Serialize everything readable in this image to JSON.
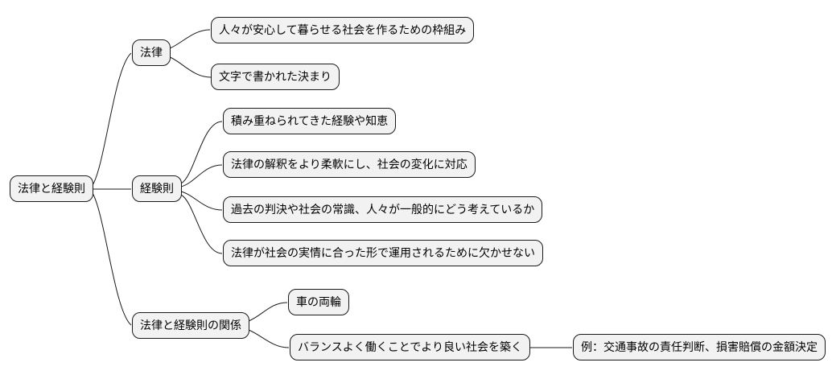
{
  "mindmap": {
    "type": "mindmap",
    "orientation": "left-to-right",
    "root": {
      "label": "法律と経験則"
    },
    "branches": [
      {
        "label": "法律",
        "children": [
          {
            "label": "人々が安心して暮らせる社会を作るための枠組み"
          },
          {
            "label": "文字で書かれた決まり"
          }
        ]
      },
      {
        "label": "経験則",
        "children": [
          {
            "label": "積み重ねられてきた経験や知恵"
          },
          {
            "label": "法律の解釈をより柔軟にし、社会の変化に対応"
          },
          {
            "label": "過去の判決や社会の常識、人々が一般的にどう考えているか"
          },
          {
            "label": "法律が社会の実情に合った形で運用されるために欠かせない"
          }
        ]
      },
      {
        "label": "法律と経験則の関係",
        "children": [
          {
            "label": "車の両輪"
          },
          {
            "label": "バランスよく働くことでより良い社会を築く",
            "children": [
              {
                "label": "例：交通事故の責任判断、損害賠償の金額決定"
              }
            ]
          }
        ]
      }
    ],
    "colors": {
      "background": "#ffffff",
      "node_fill": "#f2f2f2",
      "node_border": "#1a1a1a",
      "connector": "#1a1a1a",
      "text": "#000000"
    }
  }
}
